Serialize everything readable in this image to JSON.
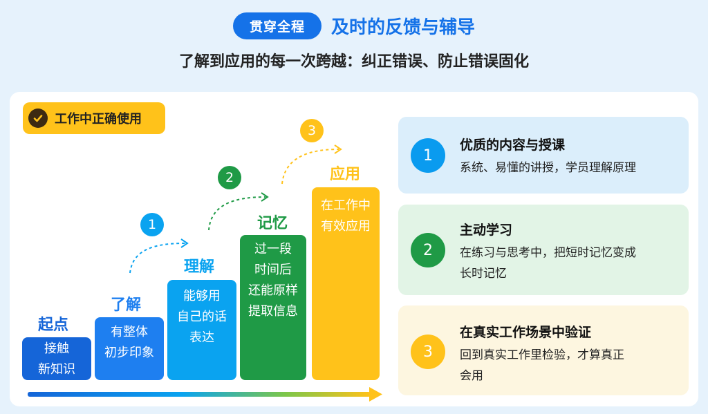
{
  "header": {
    "pill": "贯穿全程",
    "title": "及时的反馈与辅导",
    "subtitle": "了解到应用的每一次跨越：纠正错误、防止错误固化"
  },
  "badge": {
    "label": "工作中正确使用",
    "icon": "check-circle-icon"
  },
  "steps": [
    {
      "title": "起点",
      "text_lines": [
        "接触",
        "新知识"
      ],
      "color": "#1565d8"
    },
    {
      "title": "了解",
      "text_lines": [
        "有整体",
        "初步印象"
      ],
      "color": "#1e7ff0"
    },
    {
      "title": "理解",
      "text_lines": [
        "能够用",
        "自己的话",
        "表达"
      ],
      "color": "#0aa3f0"
    },
    {
      "title": "记忆",
      "text_lines": [
        "过一段",
        "时间后",
        "还能原样",
        "提取信息"
      ],
      "color": "#1f9a46"
    },
    {
      "title": "应用",
      "text_lines": [
        "在工作中",
        "有效应用"
      ],
      "color": "#ffc21a"
    }
  ],
  "transitions": [
    {
      "number": "1",
      "color": "#0aa3f0"
    },
    {
      "number": "2",
      "color": "#1f9a46"
    },
    {
      "number": "3",
      "color": "#ffc21a"
    }
  ],
  "cards": [
    {
      "number": "1",
      "title": "优质的内容与授课",
      "desc_lines": [
        "系统、易懂的讲授，学员理解原理"
      ],
      "bg": "#dbeefb",
      "accent": "#0a9bef"
    },
    {
      "number": "2",
      "title": "主动学习",
      "desc_lines": [
        "在练习与思考中，把短时记忆变成",
        "长时记忆"
      ],
      "bg": "#e2f4e6",
      "accent": "#1f9a46"
    },
    {
      "number": "3",
      "title": "在真实工作场景中验证",
      "desc_lines": [
        "回到真实工作里检验，才算真正",
        "会用"
      ],
      "bg": "#fdf6e0",
      "accent": "#ffc21a"
    }
  ]
}
